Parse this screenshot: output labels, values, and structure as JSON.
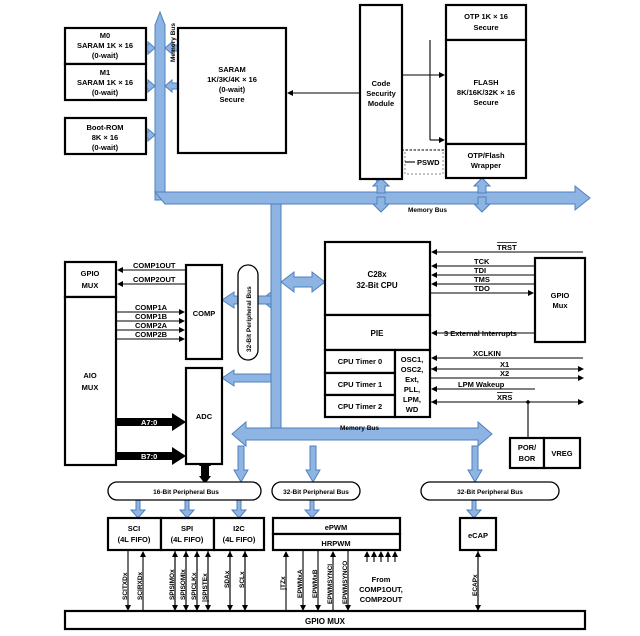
{
  "colors": {
    "bus_fill": "#8db4e2",
    "bus_stroke": "#4f81bd",
    "black_bus": "#000000"
  },
  "blocks": {
    "m0": [
      "M0",
      "SARAM 1K × 16",
      "(0-wait)"
    ],
    "m1": [
      "M1",
      "SARAM 1K × 16",
      "(0-wait)"
    ],
    "bootrom": [
      "Boot-ROM",
      "8K × 16",
      "(0-wait)"
    ],
    "saram": [
      "SARAM",
      "1K/3K/4K × 16",
      "(0-wait)",
      "Secure"
    ],
    "csm": [
      "Code",
      "Security",
      "Module"
    ],
    "otp": [
      "OTP 1K × 16",
      "Secure"
    ],
    "flash": [
      "FLASH",
      "8K/16K/32K × 16",
      "Secure"
    ],
    "otp_wrapper": [
      "OTP/Flash",
      "Wrapper"
    ],
    "pswd": "PSWD",
    "gpio_mux_left": [
      "GPIO",
      "MUX"
    ],
    "comp": "COMP",
    "aio_mux": [
      "AIO",
      "MUX"
    ],
    "adc": "ADC",
    "cpu": [
      "C28x",
      "32-Bit CPU"
    ],
    "pie": "PIE",
    "timer0": "CPU Timer 0",
    "timer1": "CPU Timer 1",
    "timer2": "CPU Timer 2",
    "osc": [
      "OSC1,",
      "OSC2,",
      "Ext,",
      "PLL,",
      "LPM,",
      "WD"
    ],
    "gpio_mux_right": [
      "GPIO",
      "Mux"
    ],
    "por_bor": [
      "POR/",
      "BOR"
    ],
    "vreg": "VREG",
    "sci": [
      "SCI",
      "(4L FIFO)"
    ],
    "spi": [
      "SPI",
      "(4L FIFO)"
    ],
    "i2c": [
      "I2C",
      "(4L FIFO)"
    ],
    "epwm": "ePWM",
    "hrpwm": "HRPWM",
    "ecap": "eCAP",
    "gpio_mux_bottom": "GPIO MUX"
  },
  "buses": {
    "memory_bus_vertical": "Memory Bus",
    "memory_bus_top": "Memory Bus",
    "memory_bus_middle": "Memory Bus",
    "peripheral_32_vertical": "32-Bit Peripheral Bus",
    "peripheral_16": "16-Bit Peripheral Bus",
    "peripheral_32_a": "32-Bit Peripheral Bus",
    "peripheral_32_b": "32-Bit Peripheral Bus",
    "a_bus": "A7:0",
    "b_bus": "B7:0"
  },
  "signals": {
    "comp_out": [
      "COMP1OUT",
      "COMP2OUT"
    ],
    "comp_in": [
      "COMP1A",
      "COMP1B",
      "COMP2A",
      "COMP2B"
    ],
    "trst": "TRST",
    "jtag": [
      "TCK",
      "TDI",
      "TMS",
      "TDO"
    ],
    "ext_int": "3 External Interrupts",
    "xclkin": "XCLKIN",
    "x1": "X1",
    "x2": "X2",
    "lpm_wakeup": "LPM Wakeup",
    "xrs": "XRS",
    "sci_pins": [
      "SCITXDx",
      "SCIRXDx"
    ],
    "spi_pins": [
      "SPISIMOx",
      "SPISOMIx",
      "SPICLKx",
      "SPISTEx"
    ],
    "i2c_pins": [
      "SDAx",
      "SCLx"
    ],
    "pwm_pins": [
      "TZx",
      "EPWMxA",
      "EPWMxB",
      "EPWMSYNCI",
      "EPWMSYNCO"
    ],
    "from_comp": [
      "From",
      "COMP1OUT,",
      "COMP2OUT"
    ],
    "ecap_pin": "ECAPx"
  }
}
